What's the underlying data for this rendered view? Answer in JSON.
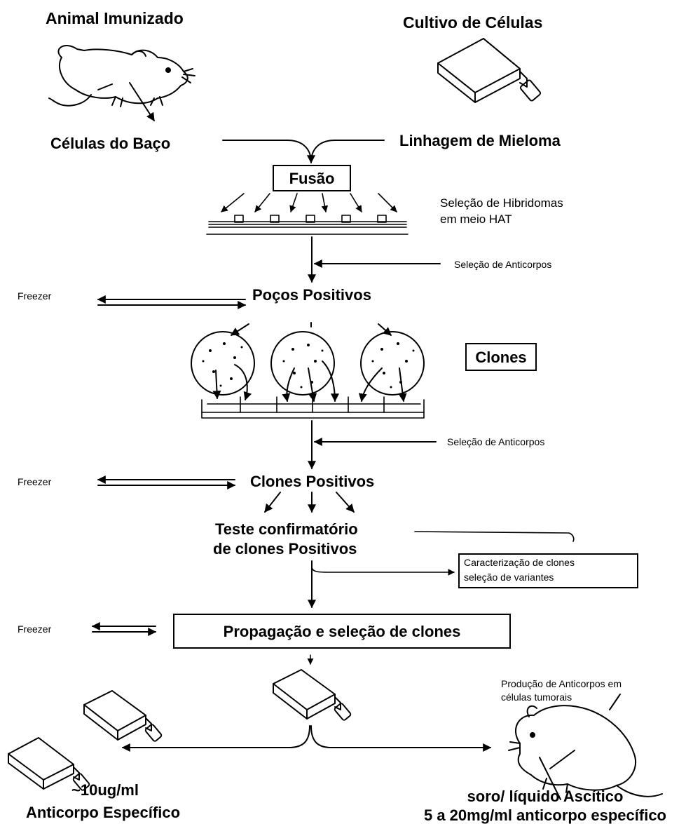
{
  "top": {
    "left_title": "Animal Imunizado",
    "right_title": "Cultivo de Células",
    "left_source": "Células do Baço",
    "right_source": "Linhagem de Mieloma"
  },
  "fusion": {
    "label": "Fusão",
    "selection_note_line1": "Seleção de Hibridomas",
    "selection_note_line2": "em meio HAT"
  },
  "antibody_selection": {
    "first": "Seleção de Anticorpos",
    "second": "Seleção de Anticorpos"
  },
  "freezer": [
    "Freezer",
    "Freezer",
    "Freezer"
  ],
  "positive_wells": "Poços Positivos",
  "clones": "Clones",
  "positive_clones": "Clones Positivos",
  "confirmatory": {
    "line1": "Teste confirmatório",
    "line2": "de clones Positivos"
  },
  "characterization": {
    "line1": "Caracterização de clones",
    "line2": "seleção de variantes"
  },
  "propagation": "Propagação e seleção de clones",
  "ascites_note": {
    "line1": "Produção de Anticorpos em",
    "line2": "células tumorais"
  },
  "outputs": {
    "left_line1": "~10ug/ml",
    "left_line2": "Anticorpo Específico",
    "right_line1": "soro/ líquido Ascítico",
    "right_line2": "5 a 20mg/ml anticorpo específico"
  },
  "icons": [
    "mouse-icon",
    "culture-flask-icon",
    "culture-plate-icon",
    "petri-dish-icon",
    "mouse-icon"
  ],
  "colors": {
    "ink": "#000000",
    "background": "#ffffff"
  }
}
